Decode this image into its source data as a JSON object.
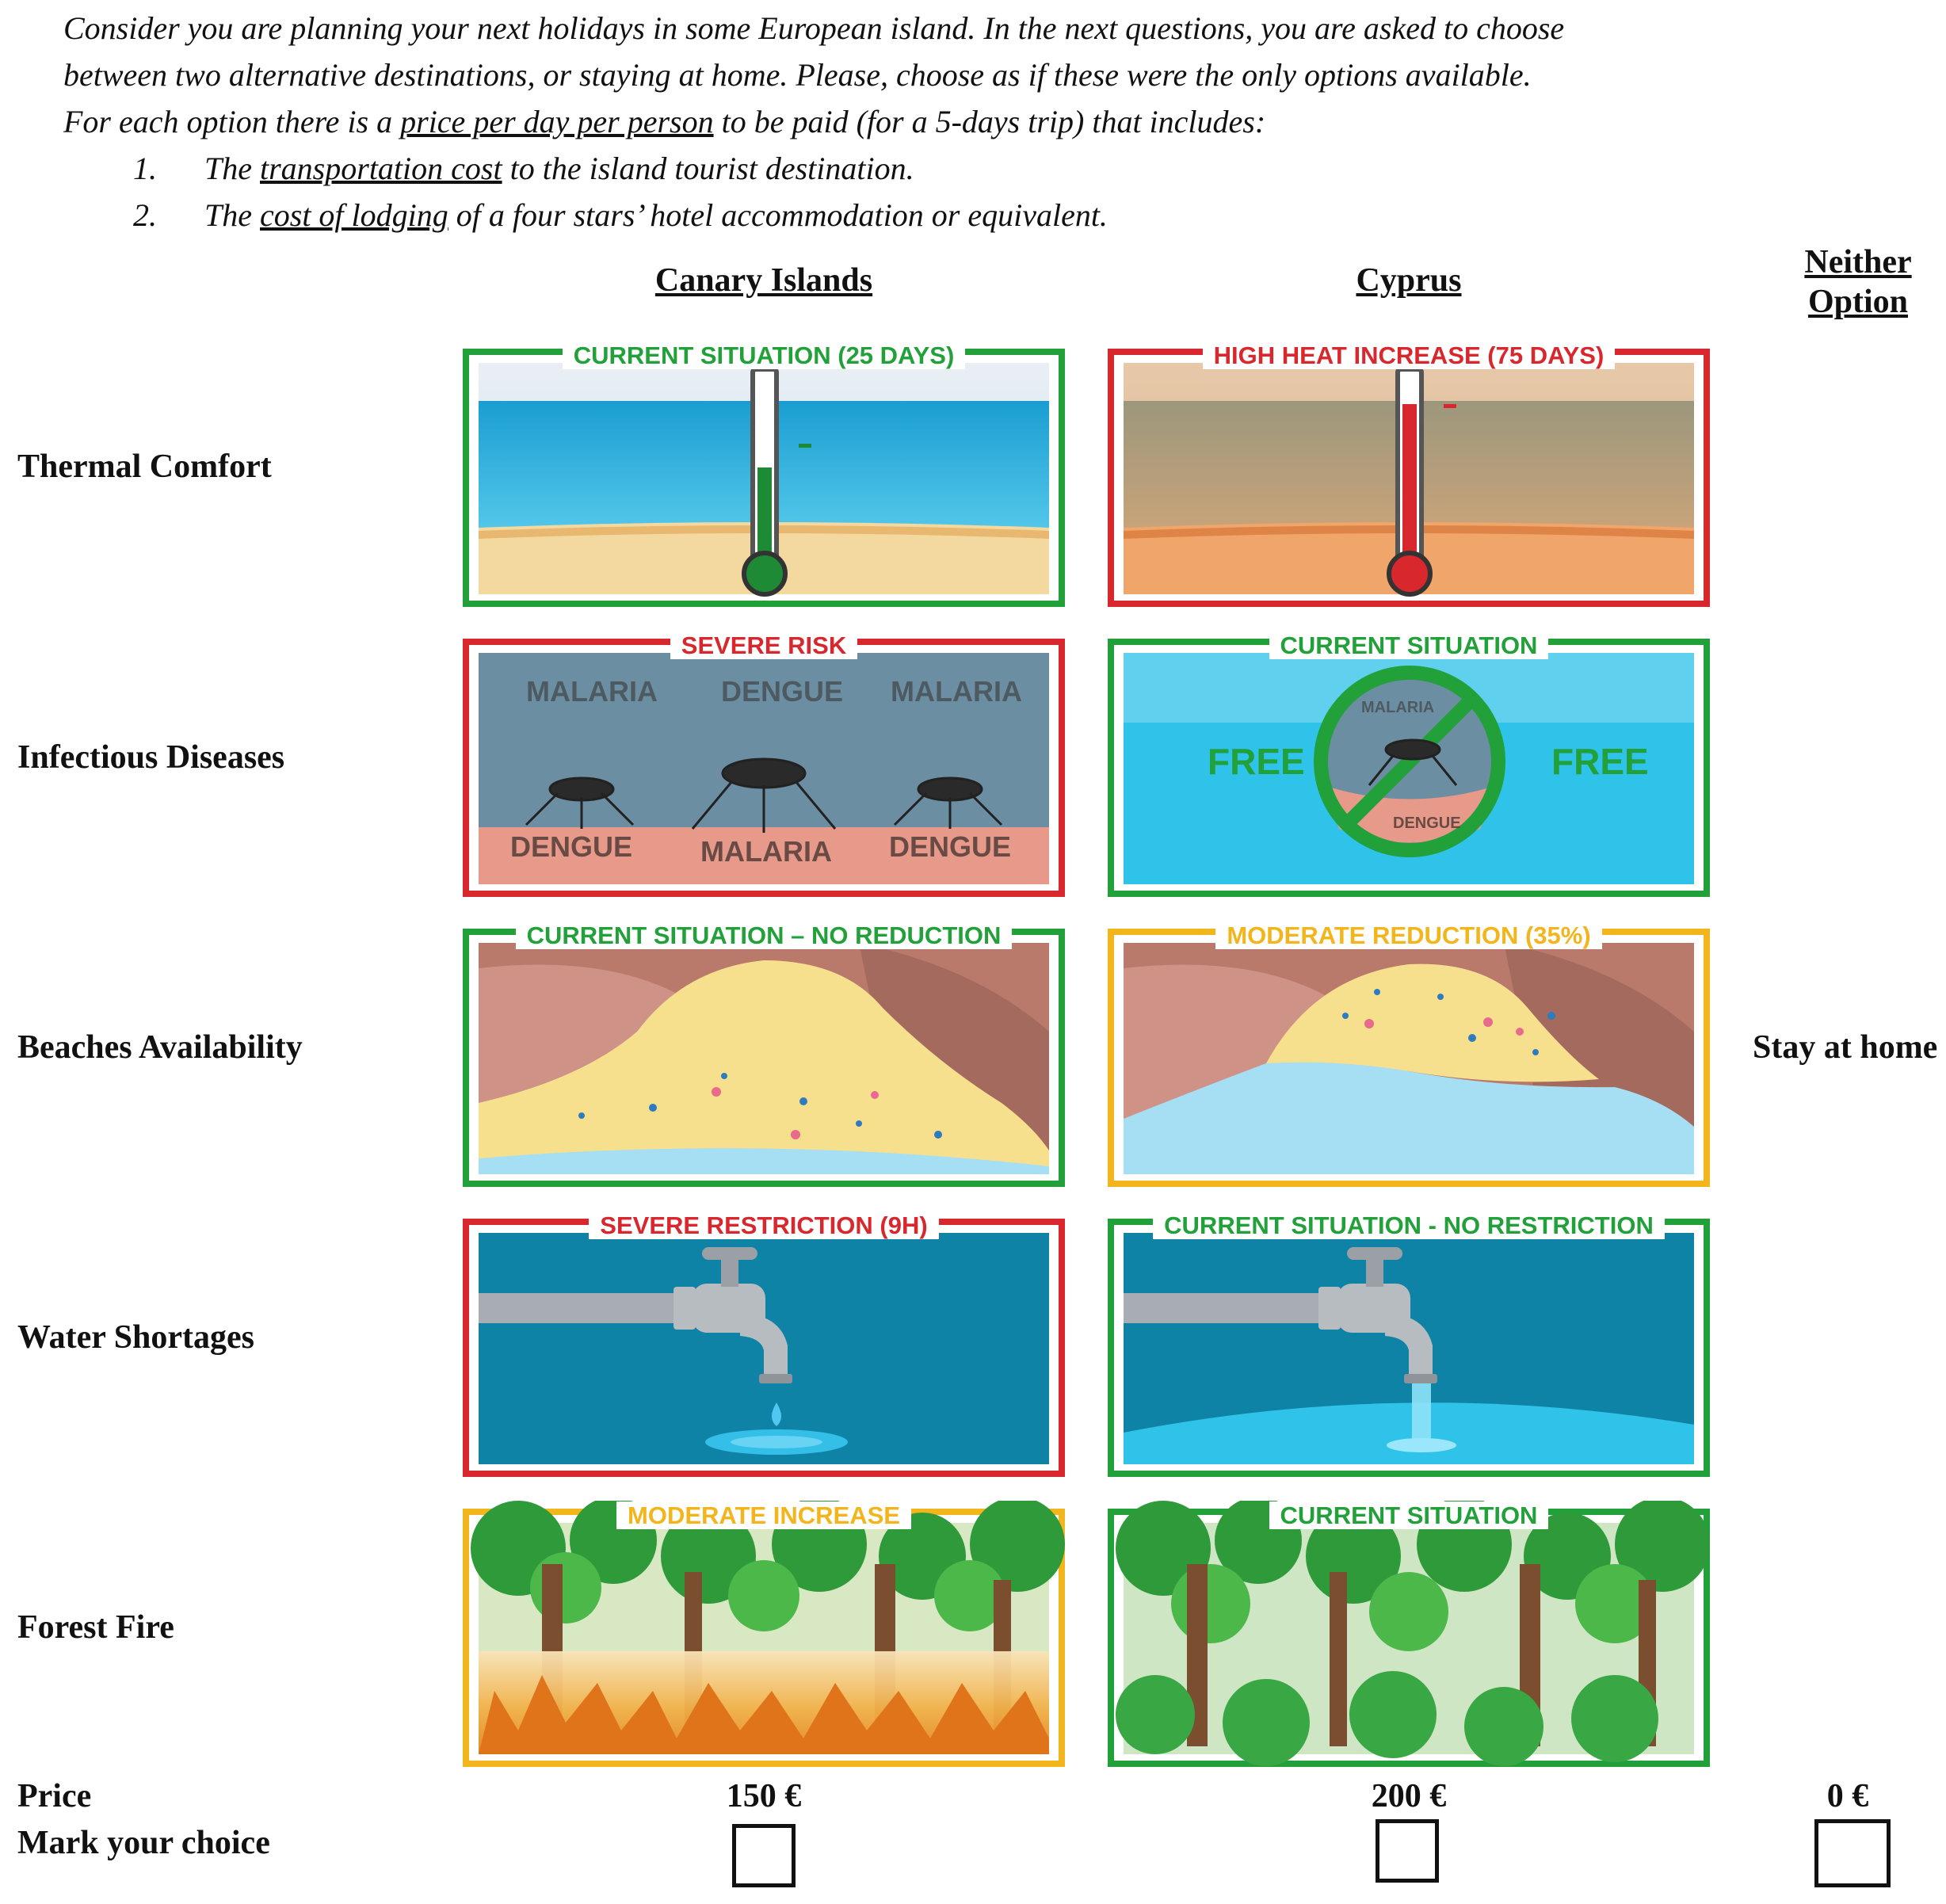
{
  "intro": {
    "line1": "Consider you are planning your next holidays in some European island. In the next questions, you are asked to choose",
    "line2": "between two alternative destinations, or staying at home. Please, choose as if these were the only options available.",
    "line3_a": "For each option there is a ",
    "line3_u": "price per day per person",
    "line3_b": " to be paid (for a 5-days trip) that includes:",
    "item1_num": "1.",
    "item1_a": "The ",
    "item1_u": "transportation cost",
    "item1_b": " to the island tourist destination.",
    "item2_num": "2.",
    "item2_a": "The ",
    "item2_u": "cost of lodging",
    "item2_b": " of a four stars’ hotel accommodation or equivalent."
  },
  "columns": {
    "option1": "Canary Islands",
    "option2": "Cyprus",
    "neither_line1": "Neither",
    "neither_line2": "Option"
  },
  "rows": {
    "thermal": "Thermal Comfort",
    "diseases": "Infectious Diseases",
    "beaches": "Beaches Availability",
    "water": "Water Shortages",
    "fire": "Forest Fire"
  },
  "cards": {
    "c1_thermal": "CURRENT SITUATION (25 DAYS)",
    "c2_thermal": "HIGH HEAT INCREASE (75 DAYS)",
    "c1_diseases": "SEVERE RISK",
    "c2_diseases": "CURRENT SITUATION",
    "c1_beaches": "CURRENT SITUATION – NO REDUCTION",
    "c2_beaches": "MODERATE REDUCTION (35%)",
    "c1_water": "SEVERE RESTRICTION (9H)",
    "c2_water": "CURRENT SITUATION - NO RESTRICTION",
    "c1_fire": "MODERATE INCREASE",
    "c2_fire": "CURRENT SITUATION"
  },
  "disease_words": {
    "malaria": "MALARIA",
    "dengue": "DENGUE",
    "free": "FREE"
  },
  "stay_home": "Stay at home",
  "price": {
    "label": "Price",
    "option1": "150 €",
    "option2": "200 €",
    "neither": "0 €"
  },
  "choice_label": "Mark your choice",
  "colors": {
    "green": "#22a03a",
    "red": "#d9272e",
    "yellow": "#f2b51b"
  }
}
